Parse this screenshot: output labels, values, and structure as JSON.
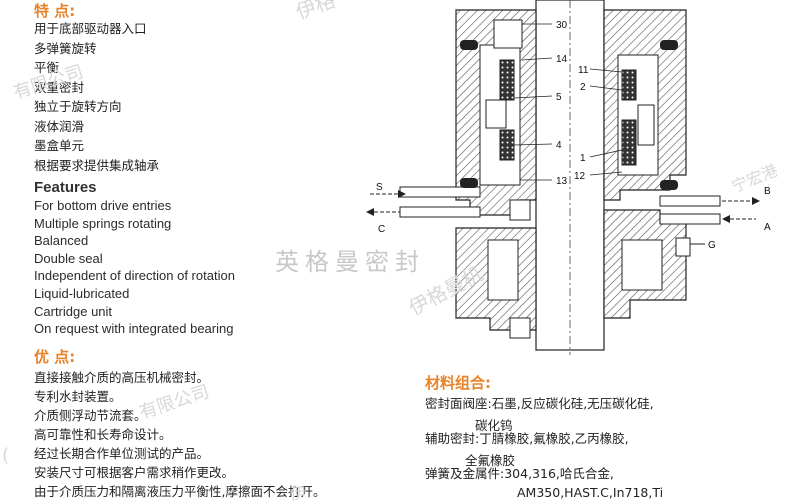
{
  "features_cn": {
    "title": "特  点:",
    "items": [
      "用于底部驱动器入口",
      "多弹簧旋转",
      "平衡",
      "双重密封",
      "独立于旋转方向",
      "液体润滑",
      "墨盒单元",
      "根据要求提供集成轴承"
    ]
  },
  "features_en": {
    "title": "Features",
    "items": [
      "For bottom drive entries",
      "Multiple springs rotating",
      "Balanced",
      "Double seal",
      "Independent of direction of rotation",
      "Liquid-lubricated",
      "Cartridge unit",
      "On request with integrated bearing"
    ]
  },
  "advantages": {
    "title": "优  点:",
    "items": [
      "直接接触介质的高压机械密封。",
      "专利水封装置。",
      "介质侧浮动节流套。",
      "高可靠性和长寿命设计。",
      "经过长期合作单位测试的产品。",
      "安装尺寸可根据客户需求稍作更改。",
      "由于介质压力和隔离液压力平衡性,摩擦面不会打开。"
    ]
  },
  "materials": {
    "title": "材料组合:",
    "rows": [
      {
        "label": "密封面阀座:",
        "value": "石墨,反应碳化硅,无压碳化硅,",
        "cont": "碳化钨"
      },
      {
        "label": "辅助密封:",
        "value": "丁腈橡胶,氟橡胶,乙丙橡胶,",
        "cont": "全氟橡胶"
      },
      {
        "label": "弹簧及金属件:",
        "value": "304,316,哈氏合金,",
        "cont": "AM350,HAST.C,In718,Ti"
      }
    ]
  },
  "drawing": {
    "left_callouts": [
      "30",
      "14",
      "5",
      "4",
      "13"
    ],
    "right_callouts": [
      "11",
      "2",
      "1",
      "12"
    ],
    "ports": [
      "S",
      "C",
      "B",
      "A",
      "G"
    ]
  },
  "watermarks": [
    "英格曼密封",
    "伊格",
    "伊格曼机",
    "有限公司",
    "(",
    "有限公司",
    "伊",
    "宁宏港"
  ],
  "colors": {
    "accent": "#e8832a",
    "hatch": "#555555"
  }
}
